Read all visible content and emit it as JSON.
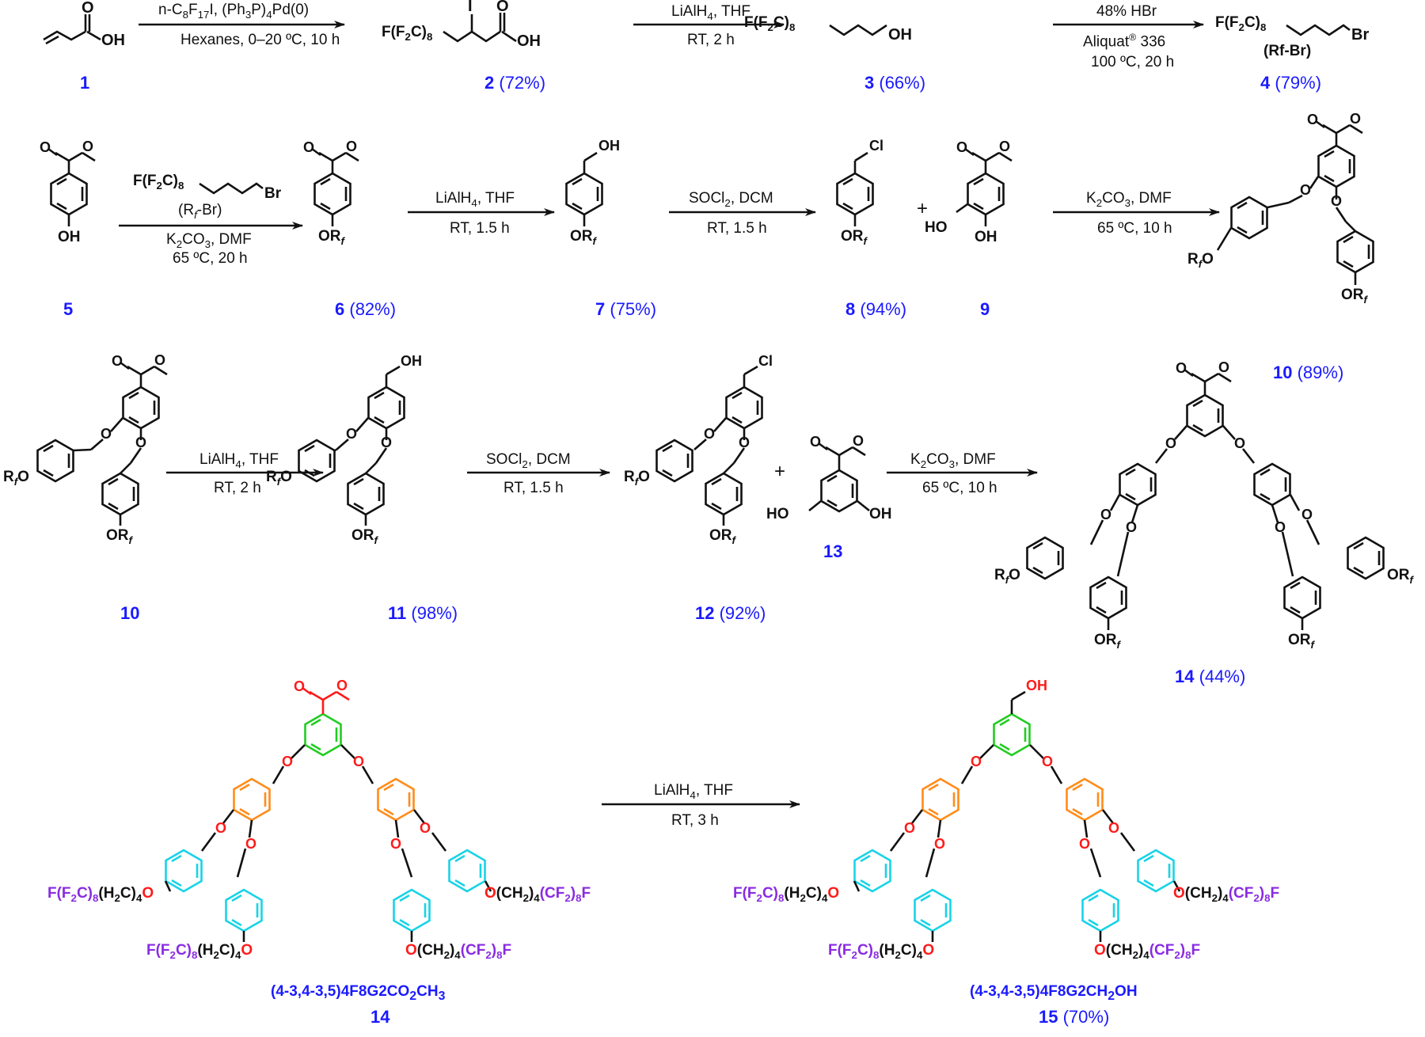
{
  "labels": {
    "c1": "1",
    "c2": "2",
    "c2y": "(72%)",
    "c3": "3",
    "c3y": "(66%)",
    "c4": "4",
    "c4y": "(79%)",
    "c4alias": "(Rf-Br)",
    "c5": "5",
    "c6": "6",
    "c6y": "(82%)",
    "c7": "7",
    "c7y": "(75%)",
    "c8": "8",
    "c8y": "(94%)",
    "c9": "9",
    "c10": "10",
    "c10y": "(89%)",
    "c10b": "10",
    "c11": "11",
    "c11y": "(98%)",
    "c12": "12",
    "c12y": "(92%)",
    "c13": "13",
    "c14": "14",
    "c14y": "(44%)",
    "c14b": "14",
    "c15": "15",
    "c15y": "(70%)",
    "name14": "(4-3,4-3,5)4F8G2CO2CH3",
    "name15": "(4-3,4-3,5)4F8G2CH2OH"
  },
  "conditions": {
    "r1a": "n-C8F17I, (Ph3P)4Pd(0)",
    "r1b": "Hexanes, 0–20 ºC, 10 h",
    "r2a": "LiAlH4, THF",
    "r2b": "RT, 2 h",
    "r3a": "48% HBr",
    "r3b": "Aliquat® 336",
    "r3c": "100 ºC, 20 h",
    "r4a": "(Rf-Br)",
    "r4b": "K2CO3, DMF",
    "r4c": "65 ºC, 20 h",
    "r5a": "LiAlH4, THF",
    "r5b": "RT, 1.5 h",
    "r6a": "SOCl2, DCM",
    "r6b": "RT, 1.5 h",
    "r7a": "K2CO3, DMF",
    "r7b": "65 ºC, 10 h",
    "r8a": "LiAlH4, THF",
    "r8b": "RT, 2 h",
    "r9a": "SOCl2, DCM",
    "r9b": "RT, 1.5 h",
    "r10a": "K2CO3, DMF",
    "r10b": "65 ºC, 10 h",
    "r11a": "LiAlH4, THF",
    "r11b": "RT, 3 h"
  },
  "colors": {
    "label_blue": "#1a1aff",
    "core_green": "#22cc22",
    "inner_orange": "#ff8c1a",
    "outer_cyan": "#19d3e6",
    "oxygen_red": "#ff1a1a",
    "fluorine_purple": "#8a2be2",
    "bond_black": "#111111"
  }
}
